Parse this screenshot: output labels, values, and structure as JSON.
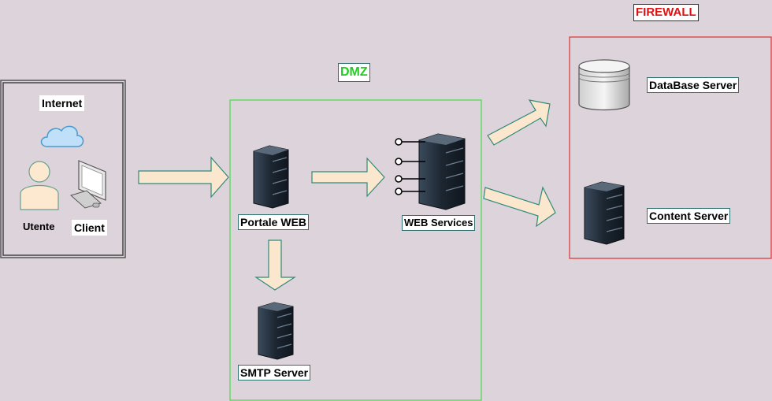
{
  "title": "",
  "zones": {
    "internet": {
      "label": "Internet"
    },
    "dmz": {
      "label": "DMZ",
      "color": "#22cc22"
    },
    "firewall": {
      "label": "FIREWALL",
      "color": "#dd1111"
    }
  },
  "nodes": {
    "utente": "Utente",
    "client": "Client",
    "portale_web": "Portale WEB",
    "web_services": "WEB Services",
    "smtp_server": "SMTP Server",
    "database_server": "DataBase Server",
    "content_server": "Content Server"
  },
  "arrows": [
    {
      "from": "internet",
      "to": "portale_web"
    },
    {
      "from": "portale_web",
      "to": "web_services"
    },
    {
      "from": "portale_web",
      "to": "smtp_server"
    },
    {
      "from": "web_services",
      "to": "database_server"
    },
    {
      "from": "web_services",
      "to": "content_server"
    }
  ],
  "colors": {
    "background": "#ddd3da",
    "arrow_fill": "#fbe7cd",
    "arrow_stroke": "#2f8a7a",
    "server_dark": "#1b2530"
  }
}
